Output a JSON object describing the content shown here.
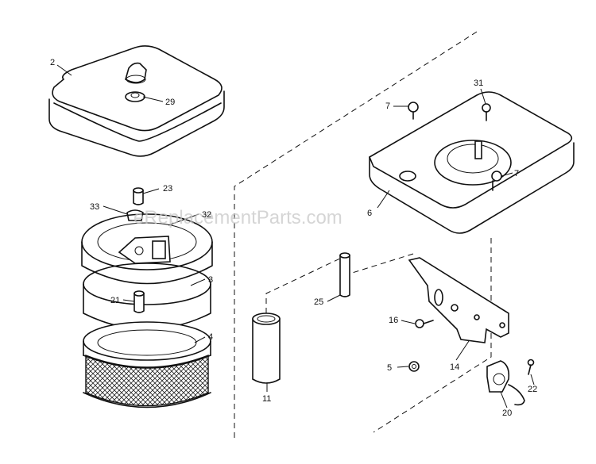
{
  "watermark": "eReplacementParts.com",
  "callouts": {
    "c2": "2",
    "c29": "29",
    "c23": "23",
    "c33": "33",
    "c32": "32",
    "c3": "3",
    "c21": "21",
    "c4": "4",
    "c11": "11",
    "c25": "25",
    "c7a": "7",
    "c31": "31",
    "c7b": "7",
    "c6": "6",
    "c16": "16",
    "c5": "5",
    "c14": "14",
    "c22": "22",
    "c20": "20"
  }
}
